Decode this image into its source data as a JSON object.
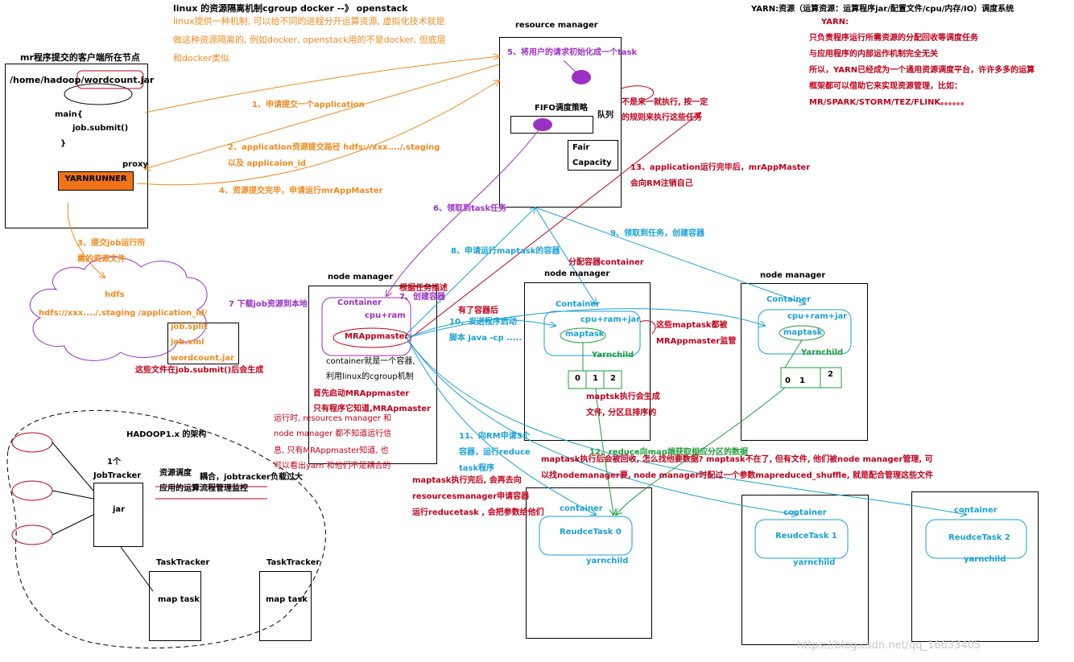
{
  "colors": {
    "black": "#000000",
    "orange": "#f28a1e",
    "red": "#c0001a",
    "purple": "#9b30c4",
    "blue": "#1aa1d6",
    "green": "#1e9d3a",
    "yarnrunner_bg": "#f0731a"
  },
  "top_notes": {
    "cgroup_title": "linux 的资源隔离机制cgroup       docker  --》   openstack",
    "cgroup_desc": [
      "linux提供一种机制, 可以给不同的进程分开运算资源, 虚拟化技术就是",
      "做这种资源隔离的, 例如docker, openstack用的不是docker, 但底层",
      "和docker类似"
    ]
  },
  "client": {
    "title": "mr程序提交的客户端所在节点",
    "path_prefix": "/home/hadoop/",
    "jar": "wordcount.jar",
    "code": [
      "main{",
      "job.submit()",
      "}"
    ],
    "proxy": "proxy",
    "yarnrunner": "YARNRUNNER"
  },
  "yarn_notes": {
    "title": "YARN:资源（运算资源：运算程序jar/配置文件/cpu/内存/IO）调度系统",
    "lines": [
      "YARN:",
      "只负责程序运行所需资源的分配回收等调度任务",
      "与应用程序的内部运作机制完全无关",
      "所以，YARN已经成为一个通用资源调度平台，许许多多的运算",
      "框架都可以借助它来实现资源管理，比如：",
      "MR/SPARK/STORM/TEZ/FLINK。。。。。。"
    ]
  },
  "rm": {
    "title": "resource manager",
    "step5": "5、将用户的请求初始化成一个task",
    "fifo": "FIFO调度策略",
    "queue": "队列",
    "fair": "Fair",
    "capacity": "Capacity",
    "not_first_come": [
      "不是来一就执行, 按一定",
      "的规则来执行这些任务"
    ]
  },
  "steps": {
    "s1": "1、申请提交一个application",
    "s2a": "2、application资源提交路径 hdfs://xxx..../.staging",
    "s2b": "以及 applicaion_id",
    "s3a": "3、提交job运行所",
    "s3b": "需的资源文件",
    "s4": "4、资源提交完毕，申请运行mrAppMaster",
    "s6": "6、领取到task任务",
    "s7a": "7  下载job资源到本地",
    "s7b": "根据任务描述",
    "s7c": "7、创建容器",
    "s8": "8、申请运行maptask的容器",
    "s9": "9、领取到任务，创建容器",
    "s9b": "分配容器container",
    "s10a": "有了容器后",
    "s10b": "10、发送程序启动",
    "s10c": "脚本 java -cp .....",
    "s11": [
      "11、向RM申请3个",
      "容器，运行reduce",
      "task程序"
    ],
    "s12": "12、reduce向map端获取相应分区的数据",
    "s13a": "13、application运行完毕后，mrAppMaster",
    "s13b": "会向RM注销自己"
  },
  "hdfs": {
    "label": "hdfs",
    "path": "hdfs://xxx..../.staging /application_id/",
    "files": [
      "job.split",
      "job.xml",
      "wordcount.jar"
    ],
    "note": "这些文件在job.submit()后会生成"
  },
  "nm1": {
    "title": "node manager",
    "container": "Container",
    "cpu": "cpu+ram",
    "appmaster": "MRAppmaster",
    "notes_gray": [
      "container就是一个容器,",
      "利用linux的cgroup机制"
    ],
    "notes_red": [
      "首先启动MRAppmaster",
      "只有程序它知道,MRApmaster"
    ],
    "runtime_note": [
      "运行时, resources manager 和",
      "node manager 都不知道运行信",
      "息, 只有MRAppmaster知道, 也",
      "可以看出yarn 和他们不是耦合的"
    ],
    "maptask_done": [
      "maptask执行完后, 会再去向",
      "resourcesmanager申请容器",
      "运行reducetask , 会把参数给他们"
    ]
  },
  "nm2": {
    "title": "node manager",
    "container": "Container",
    "cpu": "cpu+ram+jar",
    "maptask": "maptask",
    "yarnchild": "Yarnchild",
    "partitions": [
      "0",
      "1",
      "2"
    ],
    "note": [
      "maptsk执行会生成",
      "文件, 分区且排序的"
    ]
  },
  "nm3": {
    "title": "node manager",
    "container": "Container",
    "cpu": "cpu+ram+jar",
    "maptask": "maptask",
    "yarnchild": "Yarnchild",
    "partitions": [
      "0",
      "1",
      "2"
    ]
  },
  "monitor_note": [
    "这些maptask都被",
    "MRAppmaster监管"
  ],
  "shuffle_note": [
    "maptask执行后会被回收, 怎么找他要数据? maptask不在了, 但有文件, 他们被node manager管理, 可",
    "以找nodemanager要, node manager时配过一个参数mapreduced_shuffle, 就是配合管理这些文件"
  ],
  "reduce": [
    {
      "container": "container",
      "task": "ReudceTask  0",
      "child": "yarnchild"
    },
    {
      "container": "container",
      "task": "ReudceTask  1",
      "child": "yarnchild"
    },
    {
      "container": "container",
      "task": "ReudceTask  2",
      "child": "yarnchild"
    }
  ],
  "hadoop1": {
    "title": "HADOOP1.x 的架构",
    "one": "1个",
    "jobtracker": "JobTracker",
    "jar": "jar",
    "note1": "资源调度",
    "coupled": "耦合，jobtracker负载过大",
    "note2": "应用的运算流程管理监控",
    "tasktracker1": "TaskTracker",
    "tasktracker2": "TaskTracker",
    "maptask1": "map task",
    "maptask2": "map task"
  },
  "watermark": "https://blog.csdn.net/qq_16633405"
}
